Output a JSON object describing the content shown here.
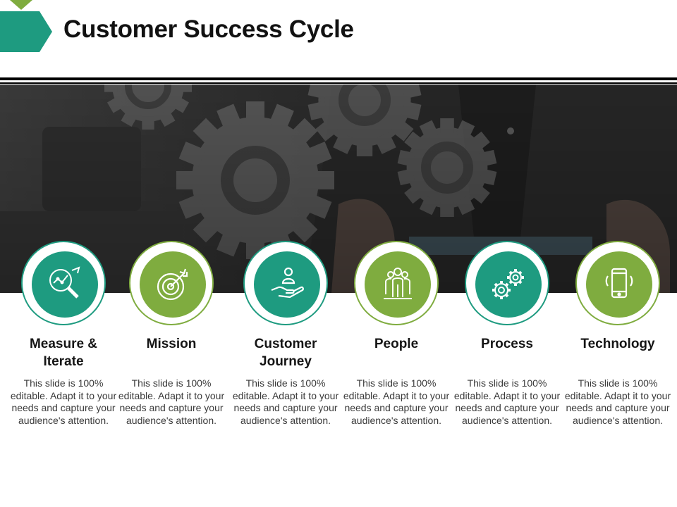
{
  "title": "Customer Success Cycle",
  "colors": {
    "teal": "#1e9b80",
    "green": "#7fac3f",
    "dark": "#2e2e2e"
  },
  "items": [
    {
      "title": "Measure & Iterate",
      "description": "This slide is 100% editable. Adapt it to your needs and capture your audience's attention.",
      "icon": "magnifier-chart-icon",
      "color": "teal"
    },
    {
      "title": "Mission",
      "description": "This slide is 100% editable. Adapt it to your needs and capture your audience's attention.",
      "icon": "target-icon",
      "color": "green"
    },
    {
      "title": "Customer Journey",
      "description": "This slide is 100% editable. Adapt it to your needs and capture your audience's attention.",
      "icon": "hand-person-icon",
      "color": "teal"
    },
    {
      "title": "People",
      "description": "This slide is 100% editable. Adapt it to your needs and capture your audience's attention.",
      "icon": "people-group-icon",
      "color": "green"
    },
    {
      "title": "Process",
      "description": "This slide is 100% editable. Adapt it to your needs and capture your audience's attention.",
      "icon": "gears-icon",
      "color": "teal"
    },
    {
      "title": "Technology",
      "description": "This slide is 100% editable. Adapt it to your needs and capture your audience's attention.",
      "icon": "smartphone-icon",
      "color": "green"
    }
  ]
}
